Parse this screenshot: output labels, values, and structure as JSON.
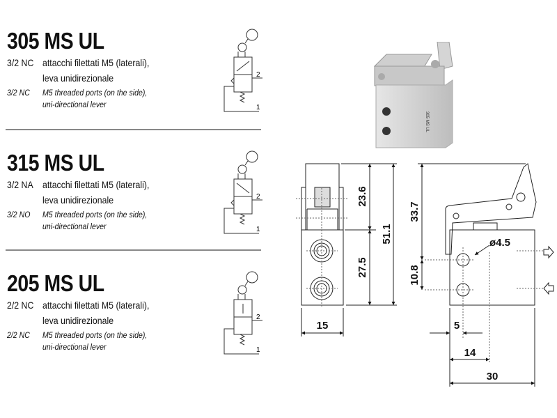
{
  "products": [
    {
      "title": "305 MS UL",
      "code_it": "3/2 NC",
      "desc_it_1": "attacchi filettati M5 (laterali),",
      "desc_it_2": "leva unidirezionale",
      "code_en": "3/2 NC",
      "desc_en_1": "M5 threaded ports (on the side),",
      "desc_en_2": "uni-directional lever",
      "port_a": "2",
      "port_b": "1"
    },
    {
      "title": "315 MS UL",
      "code_it": "3/2 NA",
      "desc_it_1": "attacchi filettati M5 (laterali),",
      "desc_it_2": "leva unidirezionale",
      "code_en": "3/2 NO",
      "desc_en_1": "M5 threaded ports (on the side),",
      "desc_en_2": "uni-directional lever",
      "port_a": "2",
      "port_b": "1"
    },
    {
      "title": "205 MS UL",
      "code_it": "2/2 NC",
      "desc_it_1": "attacchi filettati M5 (laterali),",
      "desc_it_2": "leva unidirezionale",
      "code_en": "2/2 NC",
      "desc_en_1": "M5 threaded ports (on the side),",
      "desc_en_2": "uni-directional lever",
      "port_a": "2",
      "port_b": "1"
    }
  ],
  "photo": {
    "label": "305 MS UL"
  },
  "dimensions": {
    "top_height": "23.6",
    "body_height": "27.5",
    "total_height": "51.1",
    "width_side": "15",
    "lever_height": "33.7",
    "hole_diameter": "ø4.5",
    "hole_spacing": "10.8",
    "hole_offset": "5",
    "center_offset": "14",
    "width_front": "30"
  }
}
